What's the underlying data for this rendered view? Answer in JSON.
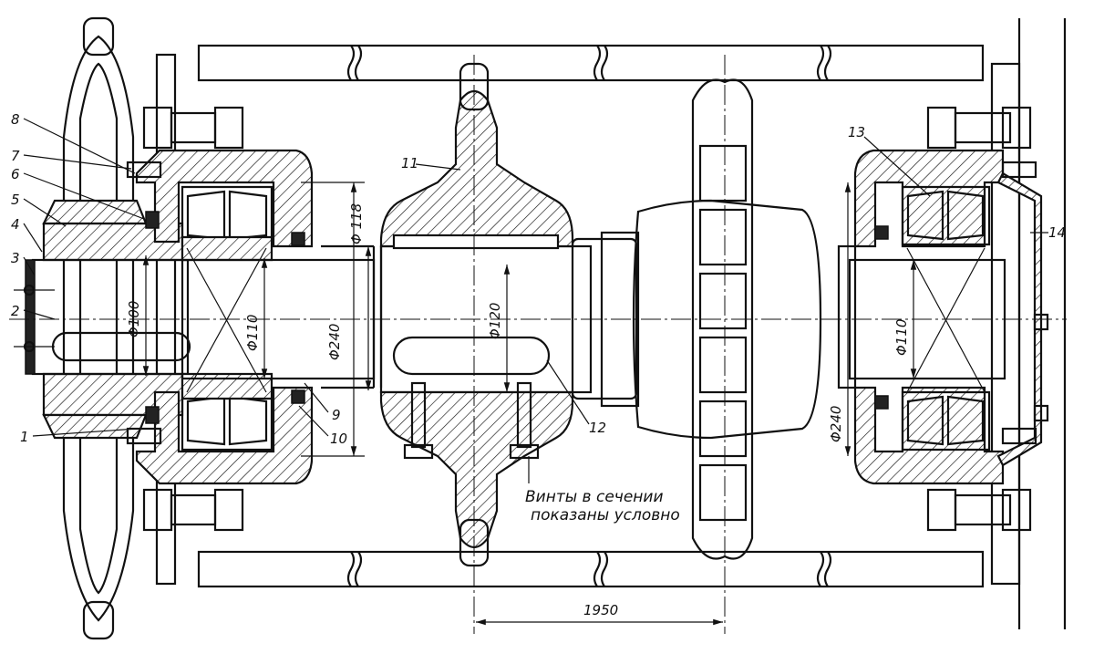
{
  "part_labels": [
    "1",
    "2",
    "3",
    "4",
    "5",
    "6",
    "7",
    "8",
    "9",
    "10",
    "11",
    "12",
    "13",
    "14"
  ],
  "dimensions": {
    "d100": "Φ100",
    "d110_left": "Φ110",
    "d240_left": "Φ240",
    "d118": "Φ 118",
    "d120": "Φ120",
    "d110_right": "Φ110",
    "d240_right": "Φ240",
    "span": "1950"
  },
  "note": {
    "line1": "Винты в сечении",
    "line2": "показаны условно"
  }
}
